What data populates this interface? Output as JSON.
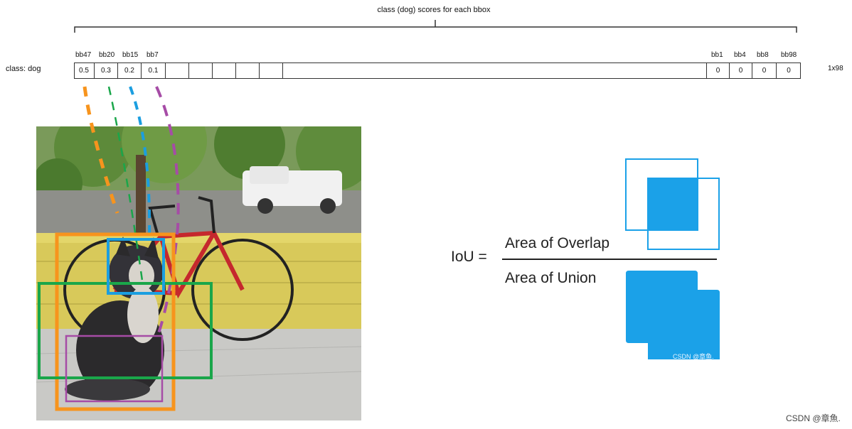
{
  "header": {
    "title": "class (dog) scores for each bbox",
    "row_label": "class: dog",
    "matrix_size": "1x98"
  },
  "scores_left": [
    {
      "label": "bb47",
      "value": "0.5"
    },
    {
      "label": "bb20",
      "value": "0.3"
    },
    {
      "label": "bb15",
      "value": "0.2"
    },
    {
      "label": "bb7",
      "value": "0.1"
    }
  ],
  "scores_right": [
    {
      "label": "bb1",
      "value": "0"
    },
    {
      "label": "bb4",
      "value": "0"
    },
    {
      "label": "bb8",
      "value": "0"
    },
    {
      "label": "bb98",
      "value": "0"
    }
  ],
  "colors": {
    "bb47": "#f7941d",
    "bb20": "#1aa64a",
    "bb15": "#1b9ee0",
    "bb7": "#a64ca6",
    "iou_fill": "#1ba1e8",
    "iou_stroke": "#1ba1e8"
  },
  "iou": {
    "lhs": "IoU =",
    "numerator": "Area of Overlap",
    "denominator": "Area of Union",
    "inner_watermark": "CSDN @章鱼."
  },
  "footer": {
    "watermark": "CSDN @章魚."
  }
}
